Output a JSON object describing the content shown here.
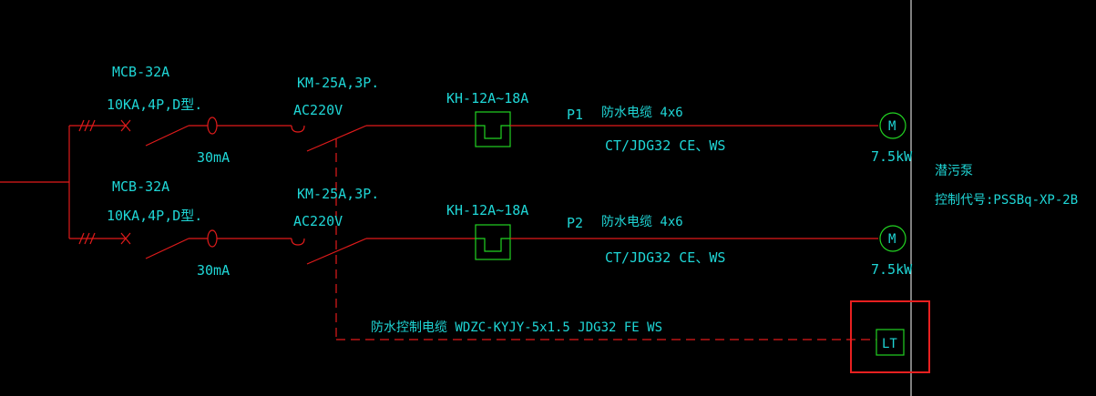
{
  "circuits": [
    {
      "breaker_model": "MCB-32A",
      "breaker_spec": "10KA,4P,D型.",
      "rcd": "30mA",
      "contactor_model": "KM-25A,3P.",
      "contactor_voltage": "AC220V",
      "relay": "KH-12A~18A",
      "circuit_id": "P1",
      "cable": "防水电缆 4x6",
      "conduit": "CT/JDG32 CE、WS",
      "motor_symbol": "M",
      "power": "7.5kW"
    },
    {
      "breaker_model": "MCB-32A",
      "breaker_spec": "10KA,4P,D型.",
      "rcd": "30mA",
      "contactor_model": "KM-25A,3P.",
      "contactor_voltage": "AC220V",
      "relay": "KH-12A~18A",
      "circuit_id": "P2",
      "cable": "防水电缆 4x6",
      "conduit": "CT/JDG32 CE、WS",
      "motor_symbol": "M",
      "power": "7.5kW"
    }
  ],
  "control_cable": "防水控制电缆 WDZC-KYJY-5x1.5 JDG32  FE WS",
  "level_switch": "LT",
  "equipment_name": "潜污泵",
  "control_code": "控制代号:PSSBq-XP-2B",
  "colors": {
    "background": "#000000",
    "power_line": "#e11b1b",
    "device": "#22d322",
    "text": "#1fd6d6",
    "highlight": "#e82020"
  }
}
